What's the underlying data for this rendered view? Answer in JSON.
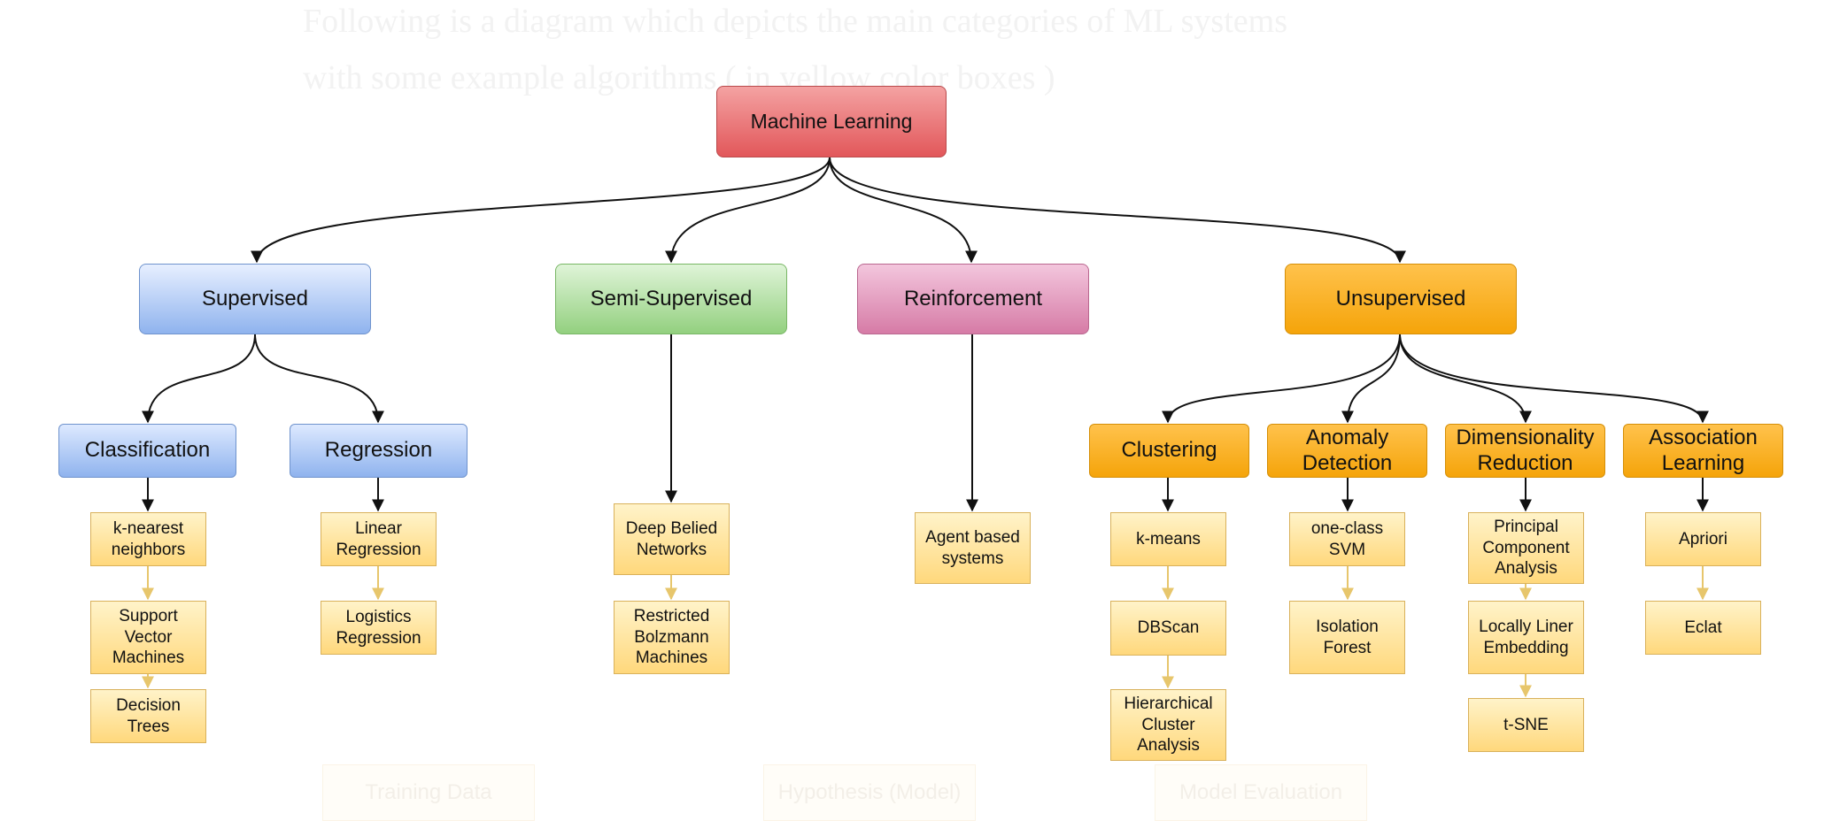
{
  "background": {
    "intro_line_1": "Following is a diagram which depicts the main categories of ML systems",
    "intro_line_2": "with some example algorithms ( in yellow color boxes )",
    "faded_flow": [
      "Training Data",
      "Hypothesis (Model)",
      "Model Evaluation"
    ]
  },
  "diagram": {
    "root": "Machine Learning",
    "categories": {
      "supervised": "Supervised",
      "semi_supervised": "Semi-Supervised",
      "reinforcement": "Reinforcement",
      "unsupervised": "Unsupervised"
    },
    "subcategories": {
      "classification": "Classification",
      "regression": "Regression",
      "clustering": "Clustering",
      "anomaly_detection": "Anomaly Detection",
      "dimensionality_reduction": "Dimensionality Reduction",
      "association_learning": "Association Learning"
    },
    "algorithms": {
      "knn": "k-nearest neighbors",
      "svm": "Support Vector Machines",
      "decision_trees": "Decision Trees",
      "linear_regression": "Linear Regression",
      "logistic_regression": "Logistics Regression",
      "deep_belief": "Deep Belied Networks",
      "boltzmann": "Restricted Bolzmann Machines",
      "agent_systems": "Agent based systems",
      "kmeans": "k-means",
      "dbscan": "DBScan",
      "hca": "Hierarchical Cluster Analysis",
      "one_class_svm": "one-class SVM",
      "isolation_forest": "Isolation Forest",
      "pca": "Principal Component Analysis",
      "lle": "Locally Liner Embedding",
      "tsne": "t-SNE",
      "apriori": "Apriori",
      "eclat": "Eclat"
    }
  },
  "colors": {
    "root": "#e2575a",
    "supervised": "#8fb3ee",
    "semi_supervised": "#93d07f",
    "reinforcement": "#d67ba6",
    "unsupervised": "#f5a40a",
    "algorithm": "#ffd87c",
    "edge_main": "#111111",
    "edge_algorithm": "#e7c66c"
  }
}
